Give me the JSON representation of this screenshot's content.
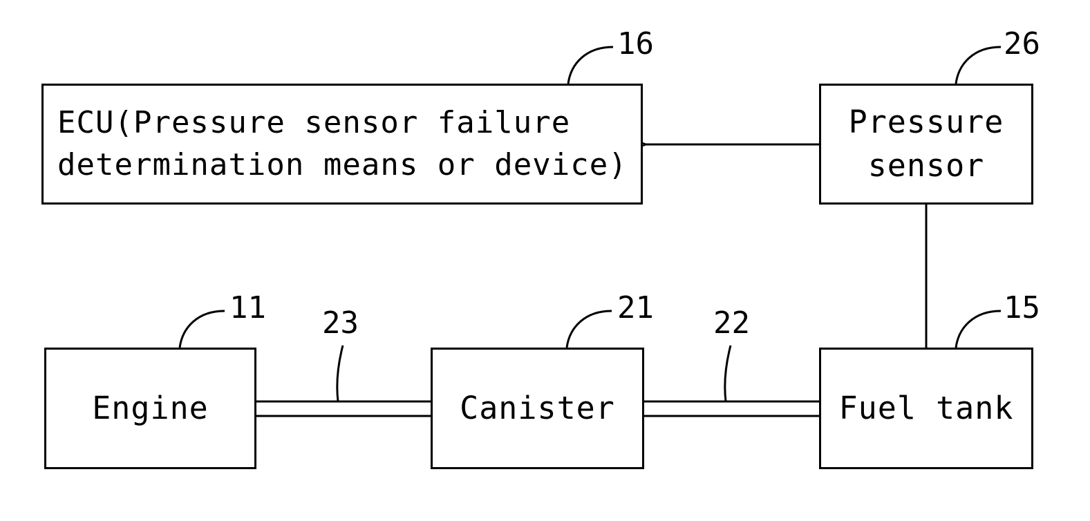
{
  "diagram": {
    "ecu": {
      "line1": "ECU(Pressure sensor failure",
      "line2": "determination means or device)",
      "ref": "16"
    },
    "pressure_sensor": {
      "line1": "Pressure",
      "line2": "sensor",
      "ref": "26"
    },
    "engine": {
      "label": "Engine",
      "ref": "11"
    },
    "canister": {
      "label": "Canister",
      "ref": "21"
    },
    "fuel_tank": {
      "label": "Fuel tank",
      "ref": "15"
    },
    "passage_engine_canister": {
      "ref": "23"
    },
    "passage_canister_fuel_tank": {
      "ref": "22"
    }
  }
}
